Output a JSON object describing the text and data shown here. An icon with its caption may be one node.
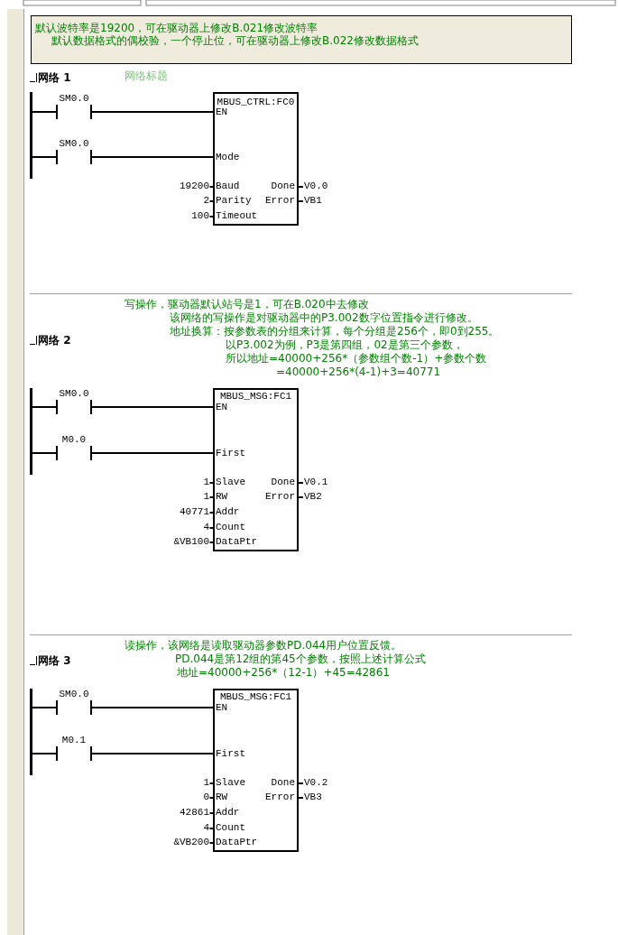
{
  "diagram": {
    "nodes": [
      {
        "text": [
          "默认波特率是19200，可在驱动器上修改B.021修改波特率",
          "默认数据格式的偶校验，一个停止位，可在驱动器上修改B.022修改数据格式"
        ]
      },
      {
        "text": [],
        "shape": "bar"
      },
      {
        "text": [
          "SM0.0"
        ]
      },
      {
        "text": [
          "SM0.0"
        ]
      },
      {
        "text": [
          "MBUS_CTRL:FC0",
          "EN",
          "Mode",
          "Baud",
          "Parity",
          "Timeout",
          "Done",
          "Error"
        ]
      },
      {
        "text": [],
        "shape": "bar"
      },
      {
        "text": [
          "SM0.0"
        ]
      },
      {
        "text": [
          "M0.0"
        ]
      },
      {
        "text": [
          "MBUS_MSG:FC1",
          "EN",
          "First",
          "Slave",
          "RW",
          "Addr",
          "Count",
          "DataPtr",
          "Done",
          "Error"
        ]
      },
      {
        "text": [],
        "shape": "bar"
      },
      {
        "text": [
          "SM0.0"
        ]
      },
      {
        "text": [
          "M0.1"
        ]
      },
      {
        "text": [
          "MBUS_MSG:FC1",
          "EN",
          "First",
          "Slave",
          "RW",
          "Addr",
          "Count",
          "DataPtr",
          "Done",
          "Error"
        ]
      }
    ],
    "edges": [
      {
        "from": 1,
        "to": 2,
        "arrow": "none"
      },
      {
        "from": 2,
        "to": 4,
        "arrow": "none"
      },
      {
        "from": 1,
        "to": 3,
        "arrow": "none"
      },
      {
        "from": 3,
        "to": 4,
        "arrow": "none"
      },
      {
        "from": 5,
        "to": 6,
        "arrow": "none"
      },
      {
        "from": 6,
        "to": 8,
        "arrow": "none"
      },
      {
        "from": 5,
        "to": 7,
        "arrow": "none"
      },
      {
        "from": 7,
        "to": 8,
        "arrow": "none"
      },
      {
        "from": 9,
        "to": 10,
        "arrow": "none"
      },
      {
        "from": 10,
        "to": 12,
        "arrow": "none"
      },
      {
        "from": 9,
        "to": 11,
        "arrow": "none"
      },
      {
        "from": 11,
        "to": 12,
        "arrow": "none"
      }
    ],
    "labels": [
      "网络 1",
      "网络标题",
      "19200",
      "V0.0",
      "2",
      "VB1",
      "100",
      "写操作，驱动器默认站号是1，可在B.020中去修改",
      "该网络的写操作是对驱动器中的P3.002数字位置指令进行修改。",
      "地址换算：按参数表的分组来计算，每个分组是256个，即0到255。",
      "网络 2",
      "以P3.002为例，P3是第四组，02是第三个参数，",
      "所以地址=40000+256*（参数组个数-1）+参数个数",
      "=40000+256*(4-1)+3=40771",
      "1",
      "V0.1",
      "1",
      "VB2",
      "40771",
      "4",
      "&VB100",
      "读操作，该网络是读取驱动器参数PD.044用户位置反馈。",
      "网络 3",
      "PD.044是第12组的第45个参数，按照上述计算公式",
      "地址=40000+256*（12-1）+45=42861",
      "1",
      "V0.2",
      "0",
      "VB3",
      "42861",
      "4",
      "&VB200"
    ]
  }
}
